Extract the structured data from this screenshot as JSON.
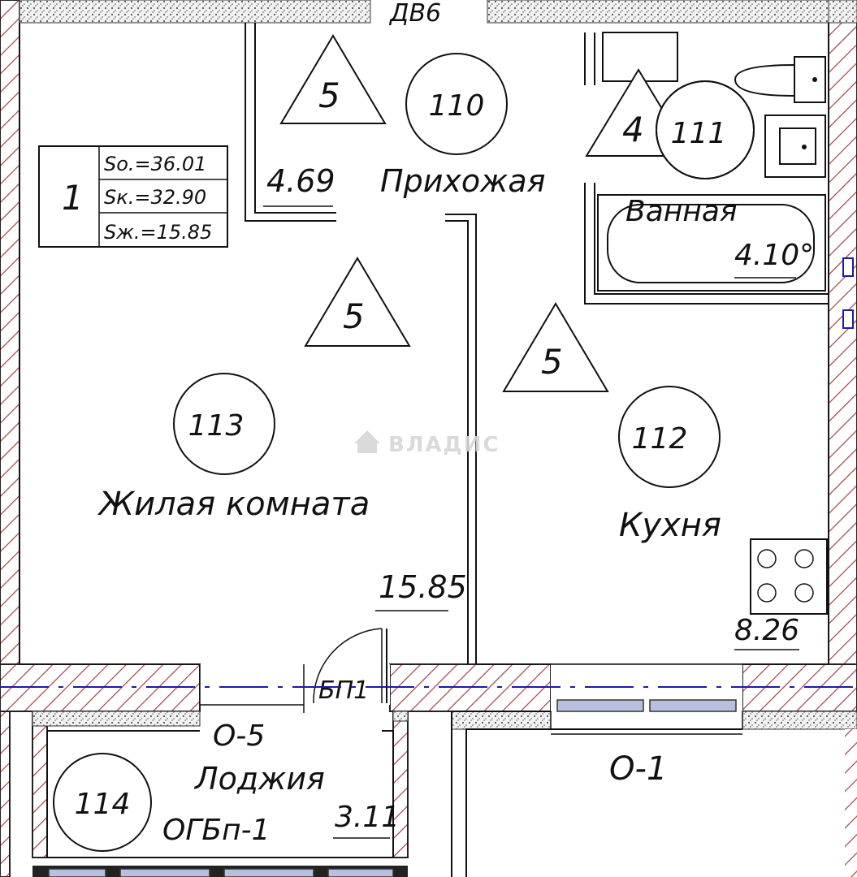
{
  "plan": {
    "apartment": {
      "number": "1",
      "area_total": "Sо.=36.01",
      "area_k": "Sк.=32.90",
      "area_living": "Sж.=15.85"
    },
    "door_top_label": "ДВ6",
    "balcony_door_label": "БП1",
    "loggia_window_label": "О-5",
    "window_label": "О-1",
    "loggia_railing_label": "ОГБп-1",
    "watermark": "ВЛАДИС",
    "rooms": [
      {
        "id": "110",
        "name": "Прихожая",
        "area": "4.69",
        "finish": "5"
      },
      {
        "id": "111",
        "name": "Ванная",
        "area": "4.10°",
        "finish": "4"
      },
      {
        "id": "112",
        "name": "Кухня",
        "area": "8.26",
        "finish": "5"
      },
      {
        "id": "113",
        "name": "Жилая комната",
        "area": "15.85",
        "finish": "5"
      },
      {
        "id": "114",
        "name": "Лоджия",
        "area": "3.11"
      }
    ]
  }
}
